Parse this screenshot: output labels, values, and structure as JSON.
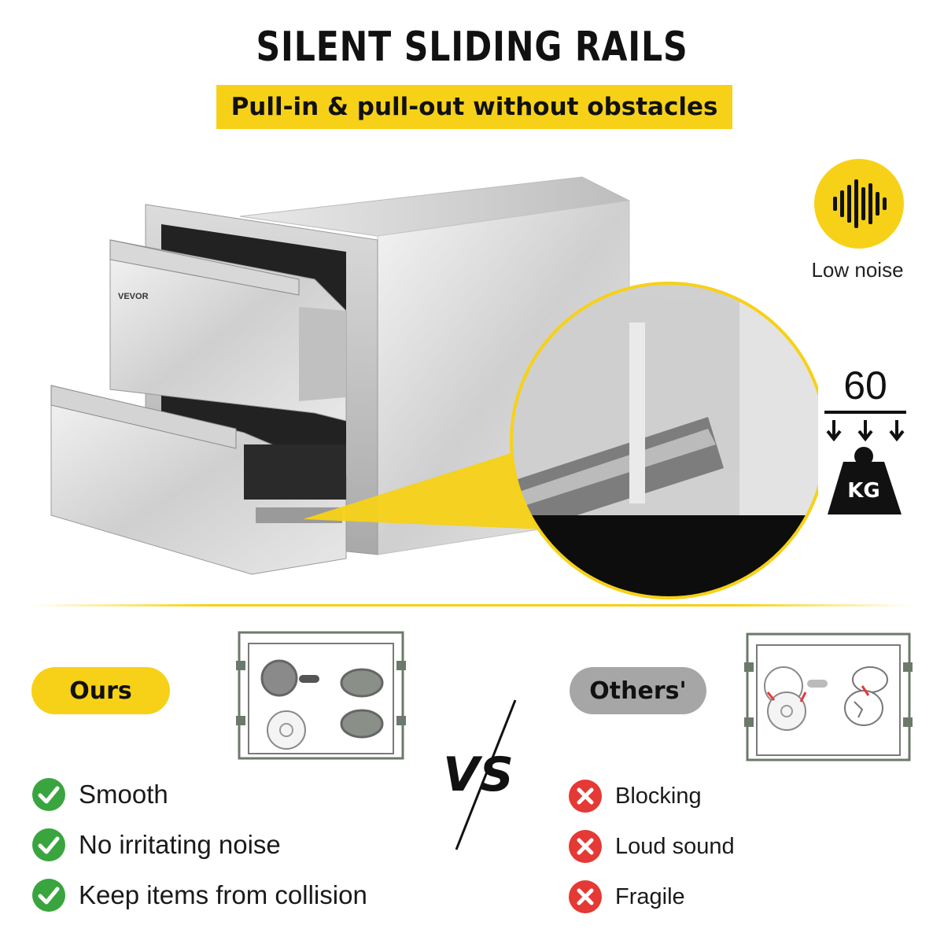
{
  "header": {
    "title": "SILENT SLIDING RAILS",
    "subtitle": "Pull-in & pull-out without obstacles"
  },
  "product": {
    "brand_mark": "VEVOR"
  },
  "features": {
    "noise": {
      "icon": "sound-wave-icon",
      "label": "Low noise"
    },
    "load": {
      "value": "60",
      "unit": "KG",
      "icon": "weight-icon"
    }
  },
  "comparison": {
    "ours": {
      "label": "Ours",
      "items": [
        "Smooth",
        "No irritating noise",
        "Keep items from collision"
      ]
    },
    "vs": "VS",
    "others": {
      "label": "Others'",
      "items": [
        "Blocking",
        "Loud sound",
        "Fragile"
      ]
    }
  },
  "colors": {
    "accent": "#f7d117",
    "ok": "#3aa53e",
    "bad": "#e53935",
    "gray_pill": "#a6a6a6"
  }
}
